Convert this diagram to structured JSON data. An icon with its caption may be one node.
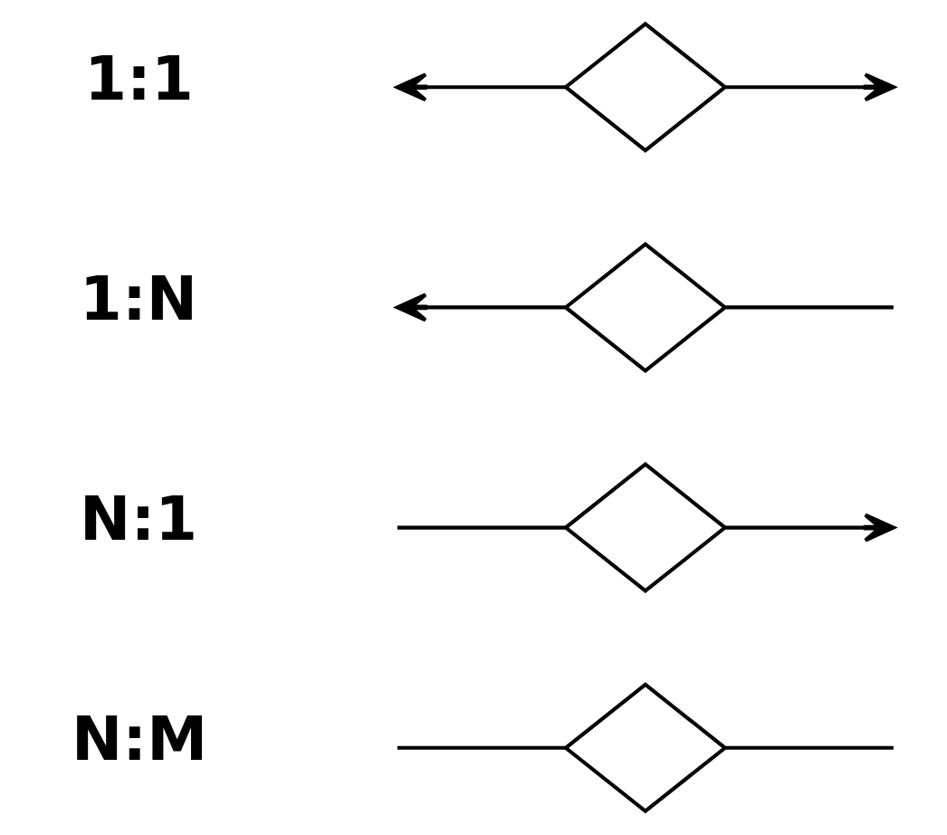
{
  "diagram": {
    "nodes": [
      {
        "text": [],
        "shape": "diamond"
      },
      {
        "text": [],
        "shape": "diamond"
      },
      {
        "text": [],
        "shape": "diamond"
      },
      {
        "text": [],
        "shape": "diamond"
      }
    ],
    "edges": [
      {
        "from": 0,
        "to": null,
        "arrow": "to"
      },
      {
        "from": 0,
        "to": null,
        "arrow": "to"
      },
      {
        "from": null,
        "to": 1,
        "arrow": "none"
      },
      {
        "from": 1,
        "to": null,
        "arrow": "to"
      },
      {
        "from": null,
        "to": 2,
        "arrow": "none"
      },
      {
        "from": 2,
        "to": null,
        "arrow": "to"
      },
      {
        "from": null,
        "to": 3,
        "arrow": "none"
      },
      {
        "from": null,
        "to": 3,
        "arrow": "none"
      }
    ],
    "labels": [
      "1:1",
      "1:N",
      "N:1",
      "N:M"
    ]
  }
}
